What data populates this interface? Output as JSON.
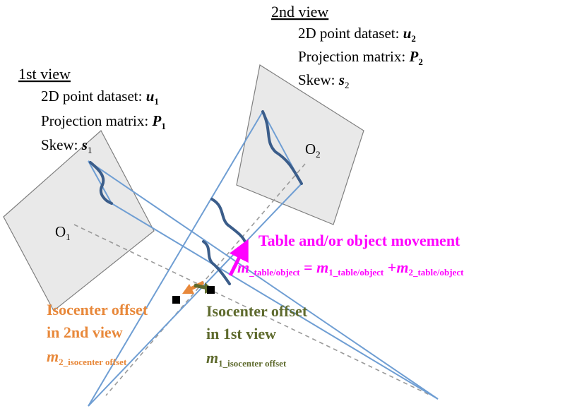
{
  "colors": {
    "plane_fill": "#e9e9e9",
    "plane_stroke": "#7f7f7f",
    "ray": "#6f9ed3",
    "curve": "#3b5d8a",
    "dashed_axis": "#9a9a9a",
    "magenta": "#ff00ff",
    "orange": "#e8883a",
    "olive": "#5f6b2e"
  },
  "view2": {
    "title": "2nd view",
    "dataset_label": "2D point dataset: ",
    "dataset_symbol": "u",
    "dataset_sub": "2",
    "matrix_label": "Projection matrix: ",
    "matrix_symbol": "P",
    "matrix_sub": "2",
    "skew_label": "Skew: ",
    "skew_symbol": "s",
    "skew_sub": "2",
    "origin": "O",
    "origin_sub": "2"
  },
  "view1": {
    "title": "1st view",
    "dataset_label": "2D point dataset: ",
    "dataset_symbol": "u",
    "dataset_sub": "1",
    "matrix_label": "Projection matrix: ",
    "matrix_symbol": "P",
    "matrix_sub": "1",
    "skew_label": "Skew: ",
    "skew_symbol": "s",
    "skew_sub": "1",
    "origin": "O",
    "origin_sub": "1"
  },
  "movement": {
    "title": "Table and/or object movement",
    "lhs_symbol": "m",
    "lhs_sub": "_table/object",
    "eq": " = ",
    "t1_symbol": "m",
    "t1_sub": "1_table/object",
    "plus": " +",
    "t2_symbol": "m",
    "t2_sub": "2_table/object"
  },
  "iso2": {
    "line1": "Isocenter offset",
    "line2": "in 2nd view",
    "symbol": "m",
    "sub": "2_isocenter offset"
  },
  "iso1": {
    "line1": "Isocenter offset",
    "line2": "in 1st view",
    "symbol": "m",
    "sub": "1_isocenter offset"
  }
}
